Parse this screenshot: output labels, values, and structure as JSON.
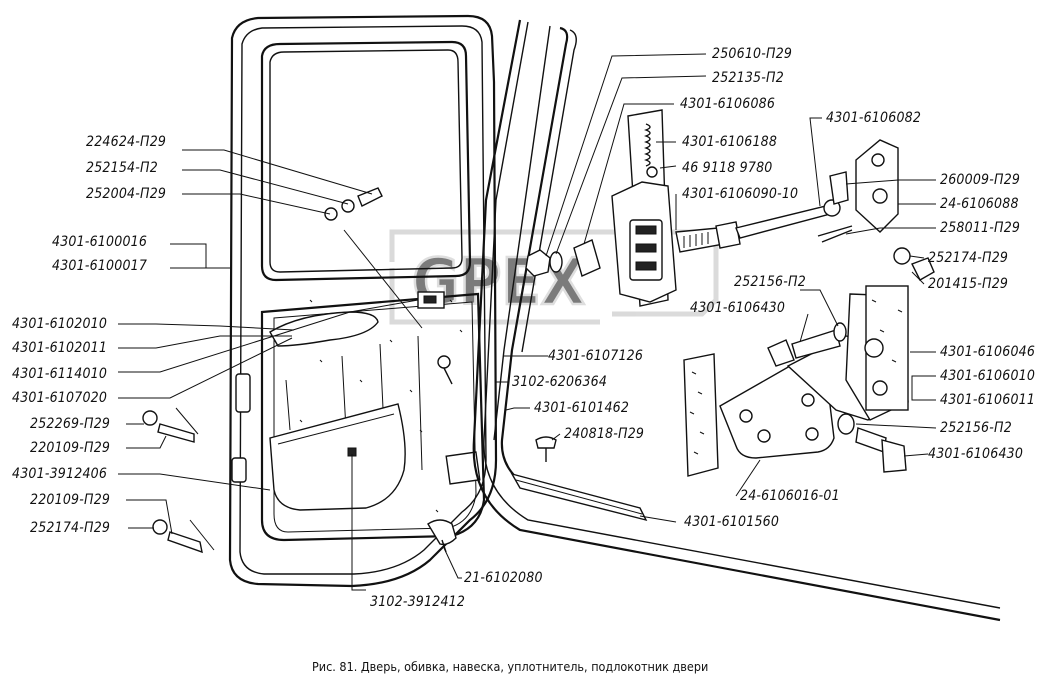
{
  "figure": {
    "caption": "Рис. 81. Дверь, обивка, навеска, уплотнитель, подлокотник двери",
    "watermark": "GPEX"
  },
  "labels": [
    {
      "id": "l01",
      "text": "224624-П29"
    },
    {
      "id": "l02",
      "text": "252154-П2"
    },
    {
      "id": "l03",
      "text": "252004-П29"
    },
    {
      "id": "l04",
      "text": "4301-6100016"
    },
    {
      "id": "l05",
      "text": "4301-6100017"
    },
    {
      "id": "l06",
      "text": "4301-6102010"
    },
    {
      "id": "l07",
      "text": "4301-6102011"
    },
    {
      "id": "l08",
      "text": "4301-6114010"
    },
    {
      "id": "l09",
      "text": "4301-6107020"
    },
    {
      "id": "l10",
      "text": "252269-П29"
    },
    {
      "id": "l11",
      "text": "220109-П29"
    },
    {
      "id": "l12",
      "text": "4301-3912406"
    },
    {
      "id": "l13",
      "text": "220109-П29"
    },
    {
      "id": "l14",
      "text": "252174-П29"
    },
    {
      "id": "l15",
      "text": "3102-3912412"
    },
    {
      "id": "l16",
      "text": "21-6102080"
    },
    {
      "id": "l17",
      "text": "250610-П29"
    },
    {
      "id": "l18",
      "text": "252135-П2"
    },
    {
      "id": "l19",
      "text": "4301-6106086"
    },
    {
      "id": "l20",
      "text": "4301-6106082"
    },
    {
      "id": "l21",
      "text": "4301-6106188"
    },
    {
      "id": "l22",
      "text": "46 9118 9780"
    },
    {
      "id": "l23",
      "text": "4301-6106090-10"
    },
    {
      "id": "l24",
      "text": "260009-П29"
    },
    {
      "id": "l25",
      "text": "24-6106088"
    },
    {
      "id": "l26",
      "text": "258011-П29"
    },
    {
      "id": "l27",
      "text": "252174-П29"
    },
    {
      "id": "l28",
      "text": "201415-П29"
    },
    {
      "id": "l29",
      "text": "252156-П2"
    },
    {
      "id": "l30",
      "text": "4301-6106430"
    },
    {
      "id": "l31",
      "text": "4301-6107126"
    },
    {
      "id": "l32",
      "text": "3102-6206364"
    },
    {
      "id": "l33",
      "text": "4301-6101462"
    },
    {
      "id": "l34",
      "text": "240818-П29"
    },
    {
      "id": "l35",
      "text": "4301-6106046"
    },
    {
      "id": "l36",
      "text": "4301-6106010"
    },
    {
      "id": "l37",
      "text": "4301-6106011"
    },
    {
      "id": "l38",
      "text": "252156-П2"
    },
    {
      "id": "l39",
      "text": "4301-6106430"
    },
    {
      "id": "l40",
      "text": "24-6106016-01"
    },
    {
      "id": "l41",
      "text": "4301-6101560"
    }
  ]
}
